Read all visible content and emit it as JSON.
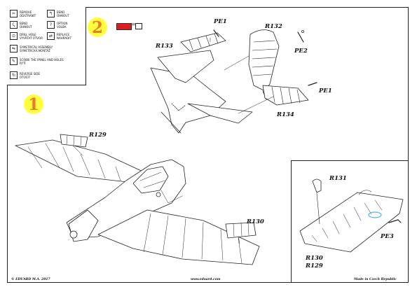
{
  "legend": {
    "items": [
      {
        "icon": "remove-icon",
        "lines": [
          "REMOVE",
          "ODSTRANIT"
        ]
      },
      {
        "icon": "bend-icon",
        "lines": [
          "BEND",
          "OHNOUT"
        ]
      },
      {
        "icon": "bend-carefully-icon",
        "lines": [
          "BEND",
          "OHNOUT"
        ]
      },
      {
        "icon": "option-icon",
        "lines": [
          "OPTION",
          "VOLBA"
        ]
      },
      {
        "icon": "drill-icon",
        "lines": [
          "DRILL HOLE",
          "VYVRTAT OTVOR"
        ]
      },
      {
        "icon": "replace-icon",
        "lines": [
          "REPLACE",
          "NAHRADIT"
        ]
      },
      {
        "icon": "symmetrical-icon",
        "lines": [
          "SYMETRICAL ASSEMBLY",
          "SYMETRICKÁ MONTÁŽ"
        ]
      },
      {
        "icon": "scribe-icon",
        "lines": [
          "SCRIBE THE PANEL AND HOLES",
          "RYTÍ"
        ]
      },
      {
        "icon": "reverse-icon",
        "lines": [
          "REVERSE SIDE",
          "OTOČIT"
        ]
      }
    ]
  },
  "steps": {
    "step1": "1",
    "step2": "2"
  },
  "step2_marker": {
    "color": "#d81e1e",
    "icon": "paint-swatch-icon",
    "equals": "="
  },
  "labels": {
    "pe1_top": "PE1",
    "r132": "R132",
    "r133": "R133",
    "pe2": "PE2",
    "pe1_right": "PE1",
    "r134": "R134",
    "r129": "R129",
    "r130": "R130",
    "r131": "R131",
    "pe3": "PE3",
    "r130_detail": "R130",
    "r129_detail": "R129"
  },
  "footer": {
    "copyright": "© EDUARD M.A. 2017",
    "website": "www.eduard.com",
    "made_in": "Made in Czech Republic"
  },
  "colors": {
    "step_fill": "#ffff3d",
    "step_digit": "#e87c2e",
    "pe3_highlight": "#4fb8d8"
  }
}
